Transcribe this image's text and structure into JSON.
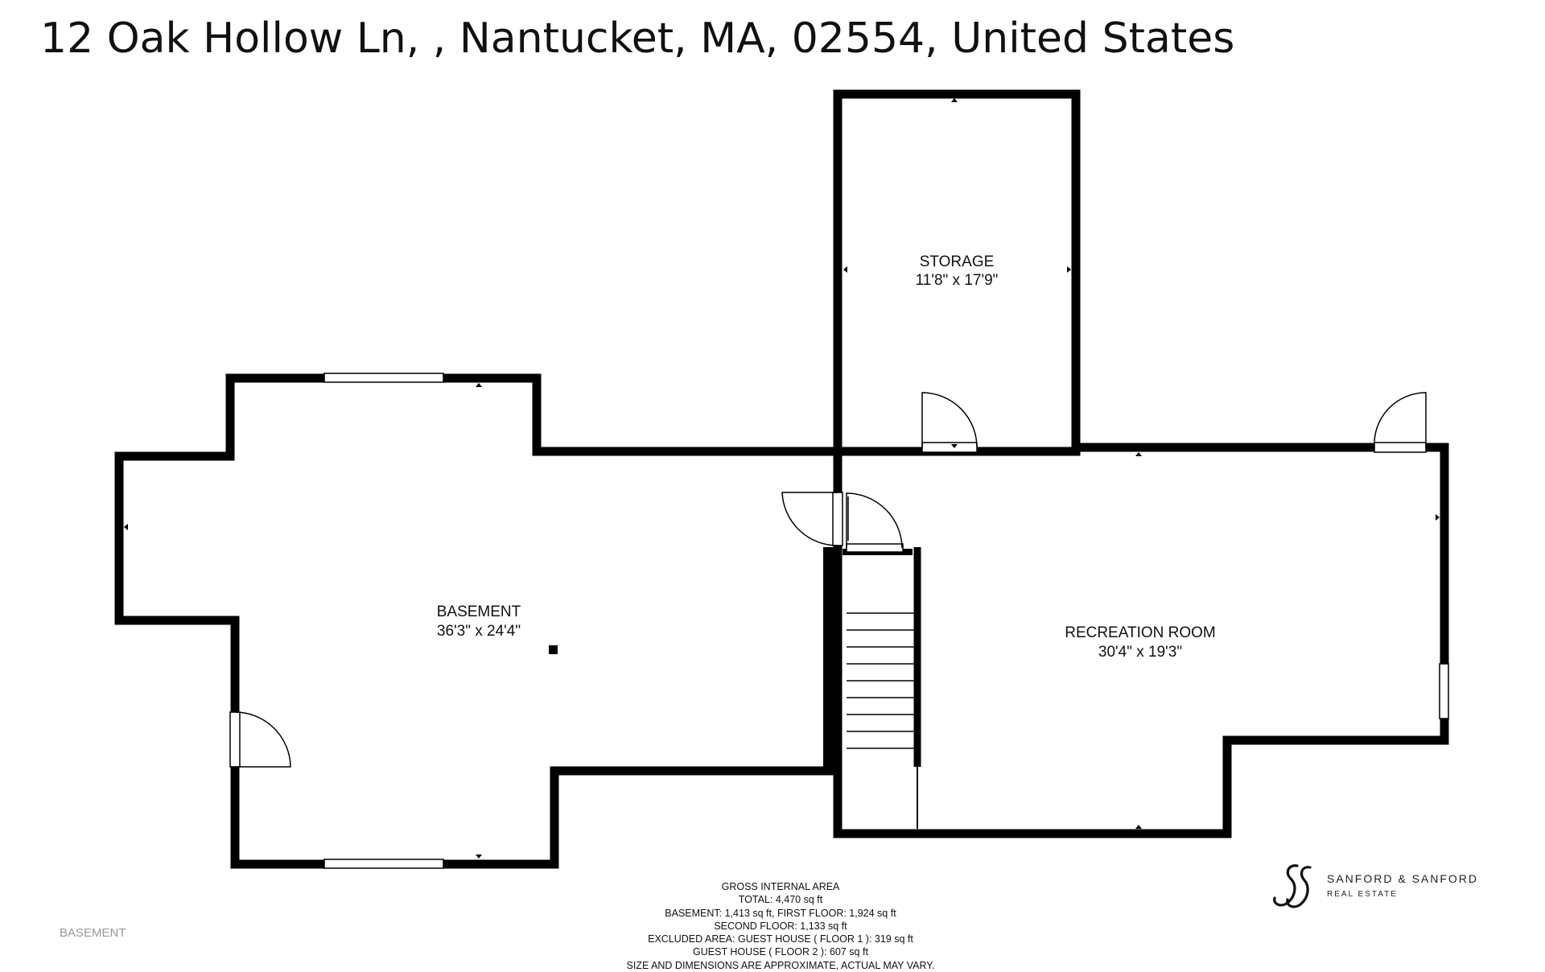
{
  "header": {
    "address": "12 Oak Hollow Ln, , Nantucket, MA, 02554, United States"
  },
  "rooms": {
    "storage": {
      "name": "STORAGE",
      "dims": "11'8\" x 17'9\""
    },
    "basement": {
      "name": "BASEMENT",
      "dims": "36'3\" x 24'4\""
    },
    "recreation": {
      "name": "RECREATION ROOM",
      "dims": "30'4\" x 19'3\""
    }
  },
  "area_summary": {
    "title": "GROSS INTERNAL AREA",
    "lines": [
      "TOTAL: 4,470 sq ft",
      "BASEMENT: 1,413 sq ft, FIRST FLOOR: 1,924 sq ft",
      "SECOND FLOOR: 1,133 sq ft",
      "EXCLUDED AREA: GUEST HOUSE ( FLOOR 1 ): 319 sq ft",
      "GUEST HOUSE ( FLOOR 2 ): 607 sq ft",
      "SIZE AND DIMENSIONS ARE APPROXIMATE, ACTUAL MAY VARY."
    ]
  },
  "floor_label": "BASEMENT",
  "brand": {
    "name": "SANFORD & SANFORD",
    "sub": "REAL ESTATE",
    "logo_icon": "double-s-monogram-icon"
  },
  "colors": {
    "wall": "#000000",
    "background": "#ffffff",
    "floor_label": "#999999"
  }
}
